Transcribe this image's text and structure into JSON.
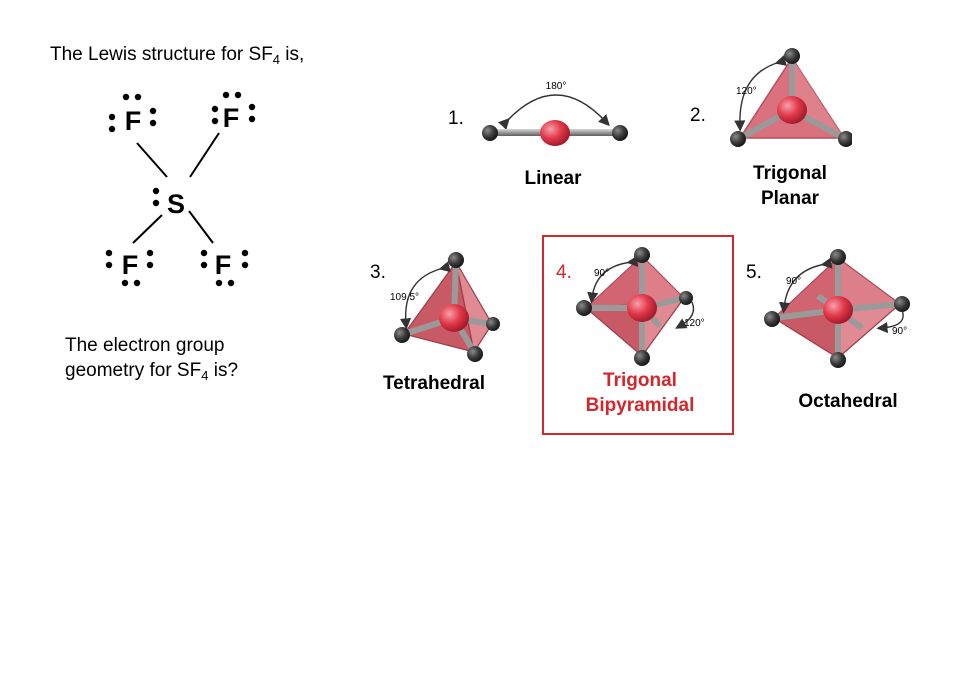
{
  "intro": {
    "prefix": "The Lewis structure for SF",
    "subscript": "4",
    "suffix": " is,"
  },
  "question": {
    "line1": "The electron group",
    "line2_prefix": "geometry for SF",
    "line2_subscript": "4",
    "line2_suffix": " is?"
  },
  "lewis": {
    "central_atom": "S",
    "ligands": [
      "F",
      "F",
      "F",
      "F"
    ]
  },
  "options": [
    {
      "number": "1.",
      "label": "Linear",
      "angles": [
        "180°"
      ]
    },
    {
      "number": "2.",
      "label_line1": "Trigonal",
      "label_line2": "Planar",
      "angles": [
        "120°"
      ]
    },
    {
      "number": "3.",
      "label": "Tetrahedral",
      "angles": [
        "109.5°"
      ]
    },
    {
      "number": "4.",
      "label_line1": "Trigonal",
      "label_line2": "Bipyramidal",
      "angles": [
        "90°",
        "120°"
      ],
      "highlighted": true
    },
    {
      "number": "5.",
      "label": "Octahedral",
      "angles": [
        "90°",
        "90°"
      ]
    }
  ],
  "colors": {
    "highlight": "#d4282d",
    "polyhedron_fill": "#d9727e",
    "central_atom": "#e23a4b",
    "ligand_atom": "#3a3a3a",
    "bond": "#9a9a9a"
  }
}
